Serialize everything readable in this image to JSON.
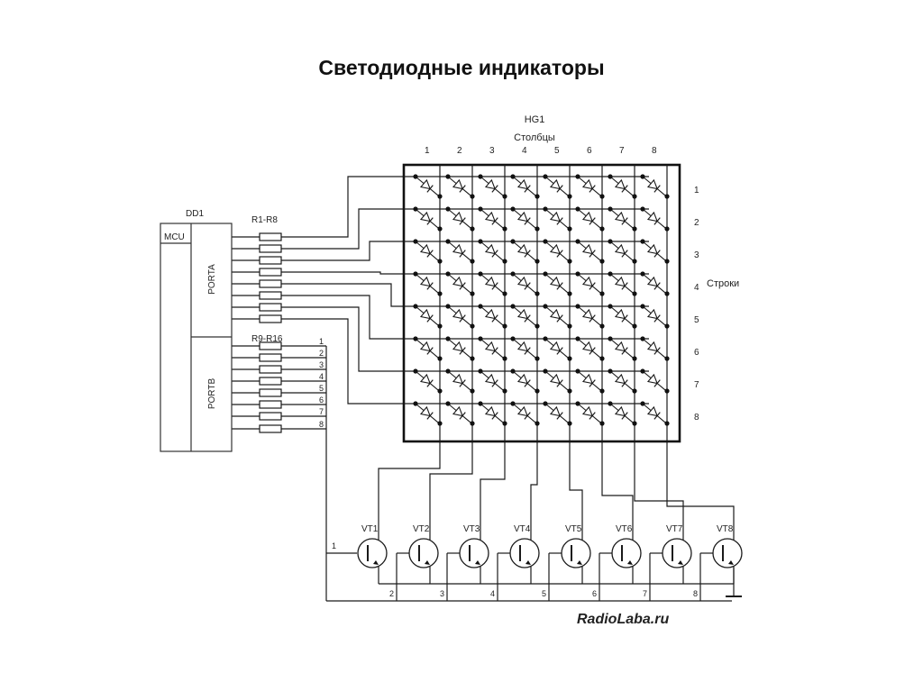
{
  "slide": {
    "title": "Светодиодные индикаторы"
  },
  "diagram": {
    "matrix": {
      "designator": "HG1",
      "columns_label": "Столбцы",
      "rows_label": "Строки",
      "column_numbers": [
        "1",
        "2",
        "3",
        "4",
        "5",
        "6",
        "7",
        "8"
      ],
      "row_numbers": [
        "1",
        "2",
        "3",
        "4",
        "5",
        "6",
        "7",
        "8"
      ]
    },
    "mcu": {
      "designator": "DD1",
      "type_label": "MCU",
      "port_a": "PORTA",
      "port_b": "PORTB"
    },
    "resistors": {
      "group_a": "R1-R8",
      "group_b": "R9-R16",
      "portb_pin_numbers": [
        "1",
        "2",
        "3",
        "4",
        "5",
        "6",
        "7",
        "8"
      ]
    },
    "transistors": {
      "labels": [
        "VT1",
        "VT2",
        "VT3",
        "VT4",
        "VT5",
        "VT6",
        "VT7",
        "VT8"
      ],
      "base_numbers": [
        "1",
        "2",
        "3",
        "4",
        "5",
        "6",
        "7",
        "8"
      ]
    },
    "watermark": "RadioLaba.ru"
  }
}
